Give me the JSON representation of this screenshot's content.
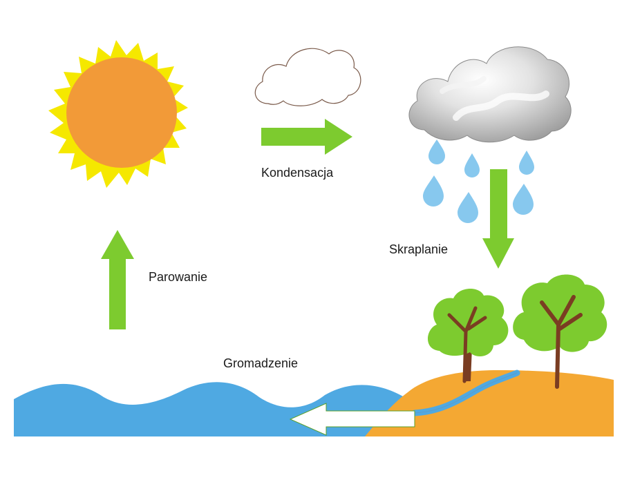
{
  "diagram": {
    "labels": {
      "condensation": "Kondensacja",
      "precipitation": "Skraplanie",
      "evaporation": "Parowanie",
      "collection": "Gromadzenie"
    },
    "colors": {
      "sun_core": "#F29A38",
      "sun_rays": "#F5E800",
      "arrow": "#7DCB2F",
      "water": "#4FA9E2",
      "land": "#F4A833",
      "river": "#4FA9E2",
      "tree_foliage": "#7DCB2F",
      "tree_trunk": "#7A3D22",
      "rain_drop": "#87C8EE",
      "rain_cloud": "#BDBDBD",
      "runoff_arrow": "#FFFFFF"
    },
    "icons": [
      "sun-icon",
      "white-cloud-icon",
      "rain-cloud-icon",
      "raindrop-icon",
      "tree-icon",
      "arrow-icon"
    ]
  }
}
